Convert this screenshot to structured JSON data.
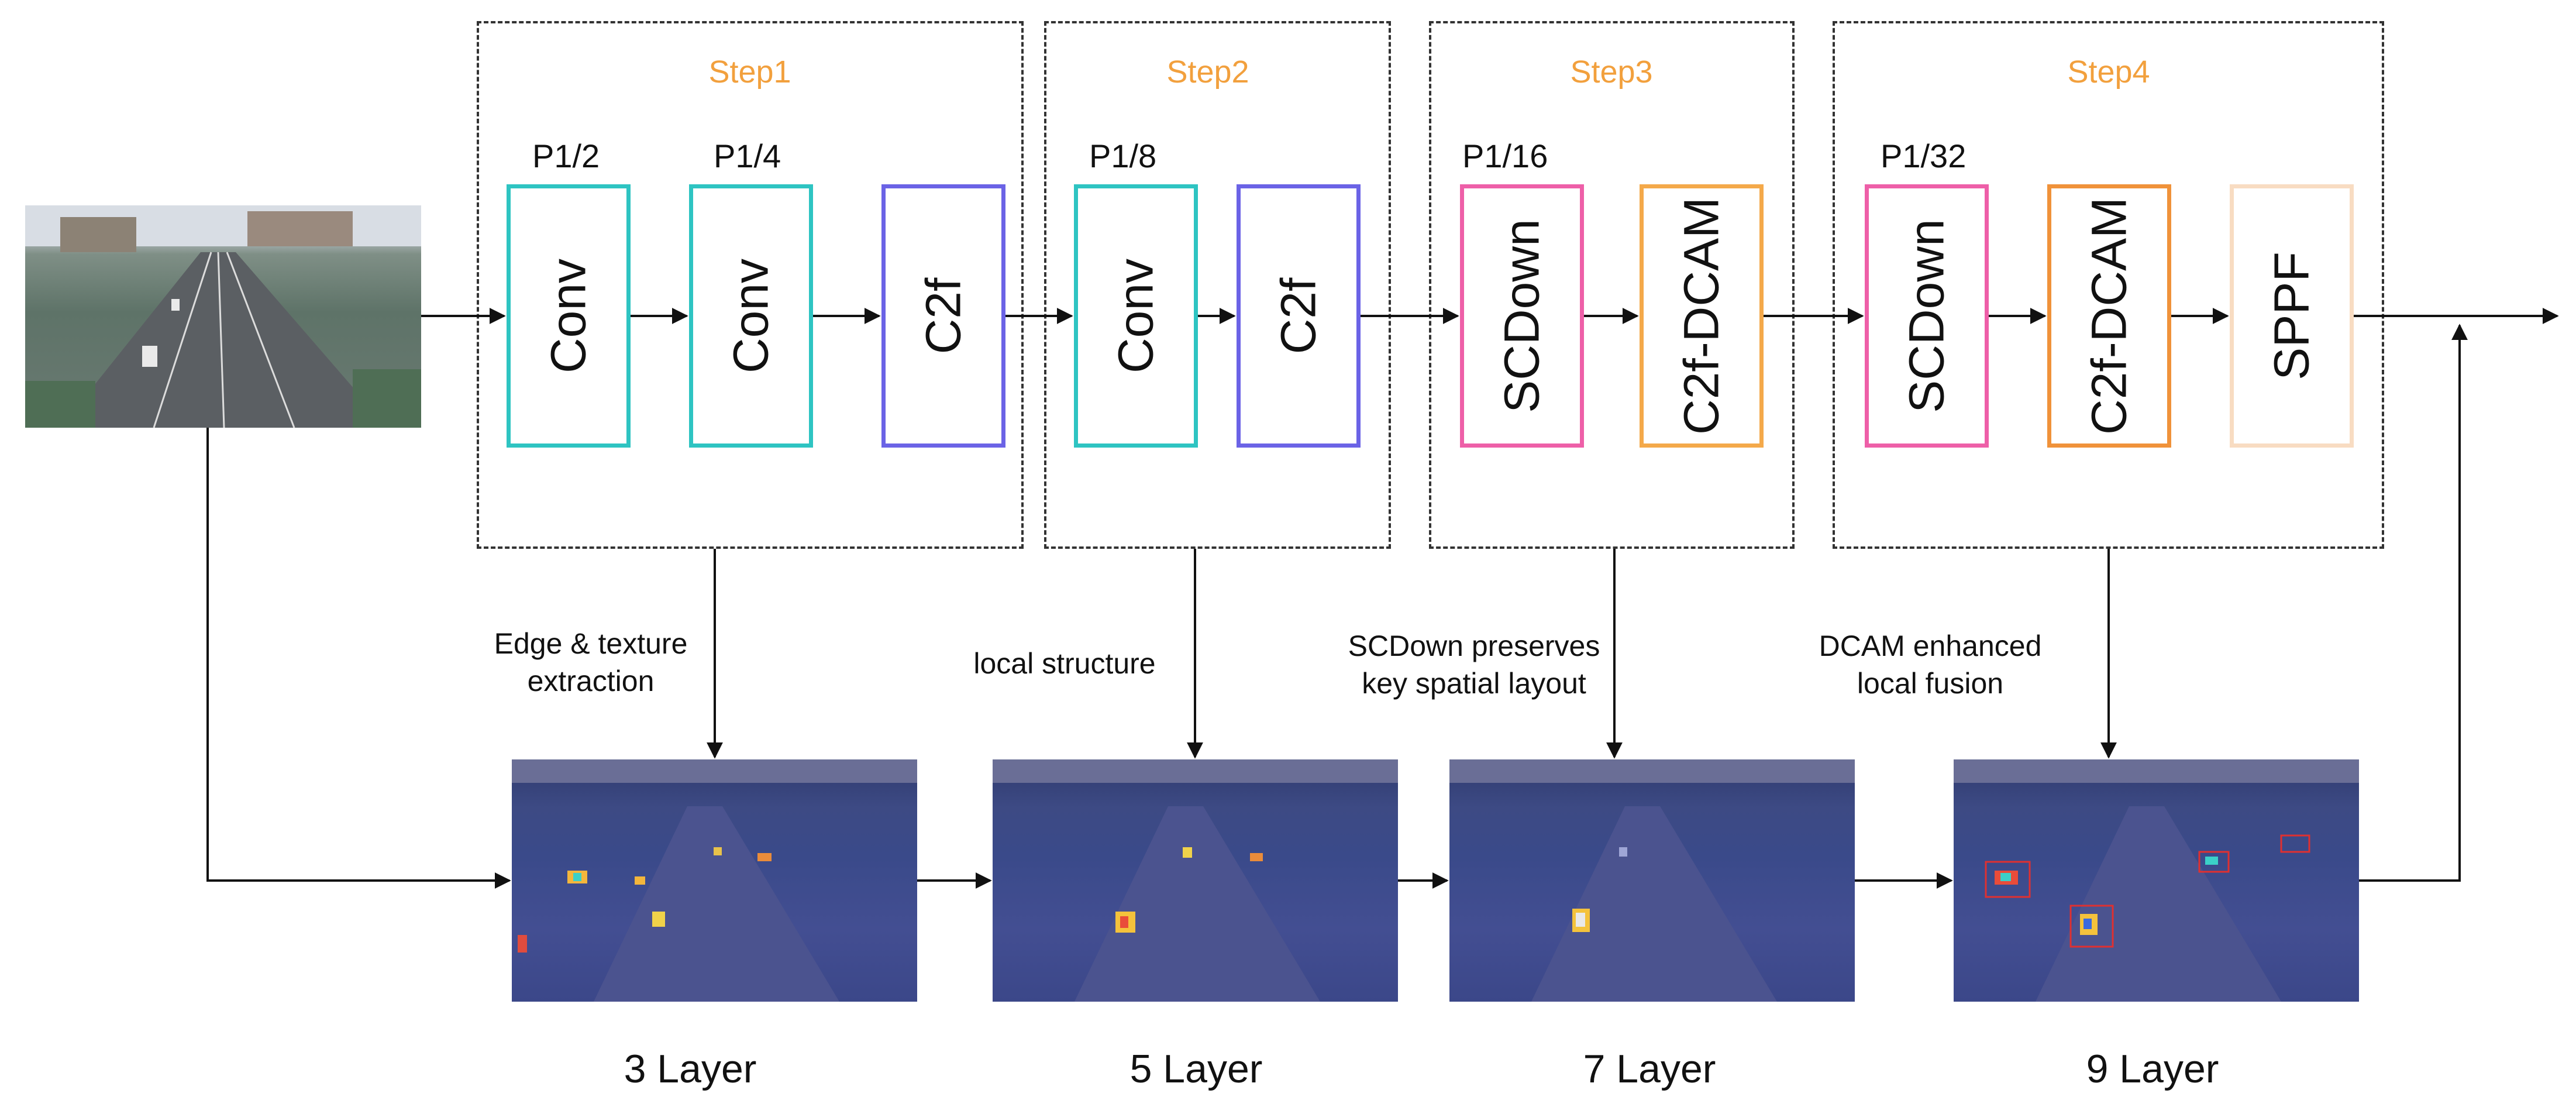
{
  "steps": [
    {
      "title": "Step1"
    },
    {
      "title": "Step2"
    },
    {
      "title": "Step3"
    },
    {
      "title": "Step4"
    }
  ],
  "scale_labels": [
    "P1/2",
    "P1/4",
    "P1/8",
    "P1/16",
    "P1/32"
  ],
  "blocks": [
    {
      "label": "Conv",
      "color": "#2ec4c2"
    },
    {
      "label": "Conv",
      "color": "#2ec4c2"
    },
    {
      "label": "C2f",
      "color": "#6b63e6"
    },
    {
      "label": "Conv",
      "color": "#2ec4c2"
    },
    {
      "label": "C2f",
      "color": "#6b63e6"
    },
    {
      "label": "SCDown",
      "color": "#ee5fa8"
    },
    {
      "label": "C2f-DCAM",
      "color": "#f4a94a"
    },
    {
      "label": "SCDown",
      "color": "#ee5fa8"
    },
    {
      "label": "C2f-DCAM",
      "color": "#f0923a"
    },
    {
      "label": "SPPF",
      "color": "#f8dcc2"
    }
  ],
  "annotations": {
    "step1": [
      "Edge & texture",
      "extraction"
    ],
    "step2": [
      "local structure"
    ],
    "step3": [
      "SCDown preserves",
      "key spatial layout"
    ],
    "step4": [
      "DCAM enhanced",
      "local fusion"
    ]
  },
  "layers": [
    "3 Layer",
    "5 Layer",
    "7 Layer",
    "9 Layer"
  ],
  "colors": {
    "step_title": "#f2a03d",
    "dashed_border": "#333333",
    "arrow": "#111111"
  }
}
